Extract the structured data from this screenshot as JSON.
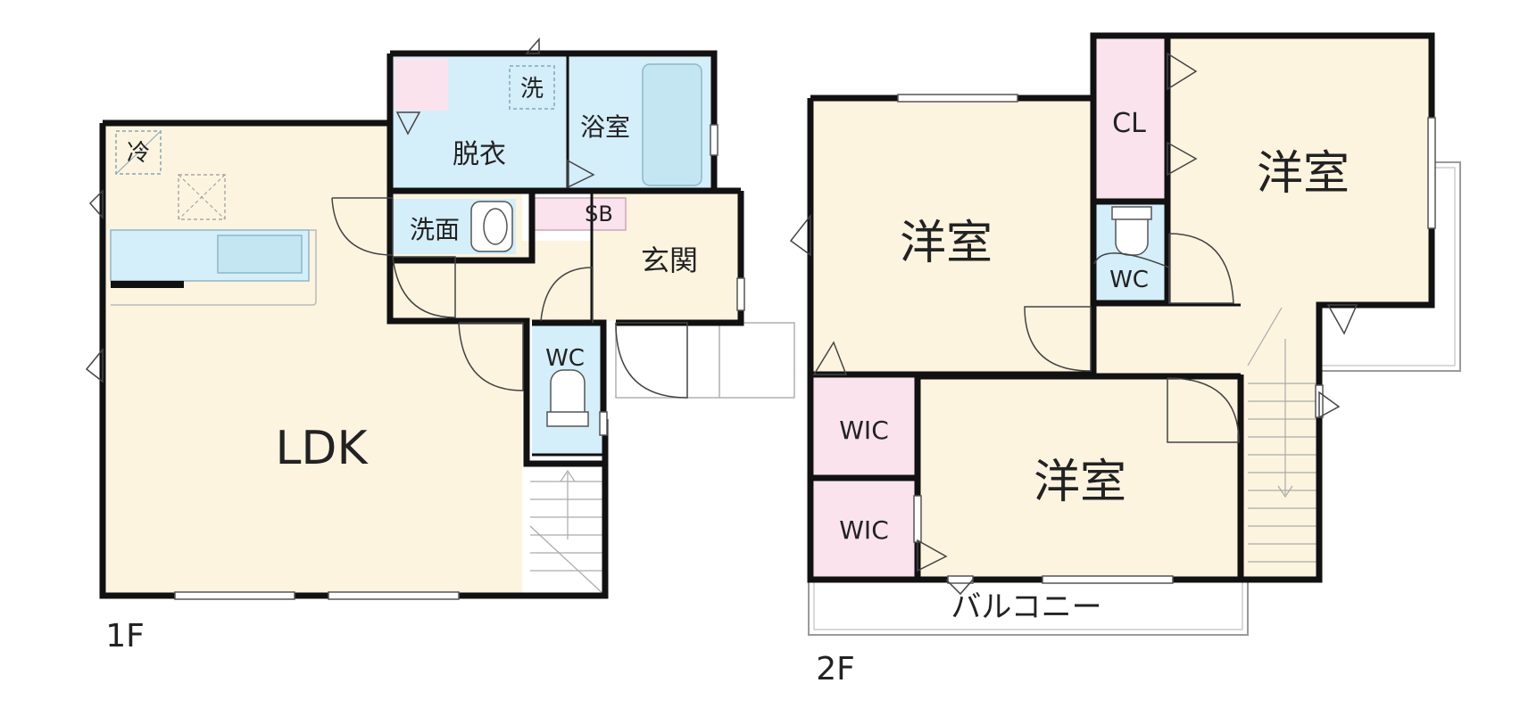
{
  "colors": {
    "room_yellow": "#fdf4e0",
    "wet_blue": "#d4eefa",
    "closet_pink": "#fbe3ee",
    "wall": "#111111",
    "balcony_line": "#9a9a9a"
  },
  "floor1": {
    "label": "1F",
    "rooms": {
      "ldk": "LDK",
      "refrigerator": "冷",
      "washing_machine": "洗",
      "dressing": "脱衣",
      "bath": "浴室",
      "washroom": "洗面",
      "shoe_box": "SB",
      "entrance": "玄関",
      "toilet": "WC"
    }
  },
  "floor2": {
    "label": "2F",
    "rooms": {
      "western_room_left": "洋室",
      "western_room_right": "洋室",
      "western_room_bottom": "洋室",
      "closet": "CL",
      "toilet": "WC",
      "wic_top": "WIC",
      "wic_bottom": "WIC",
      "balcony": "バルコニー"
    }
  }
}
